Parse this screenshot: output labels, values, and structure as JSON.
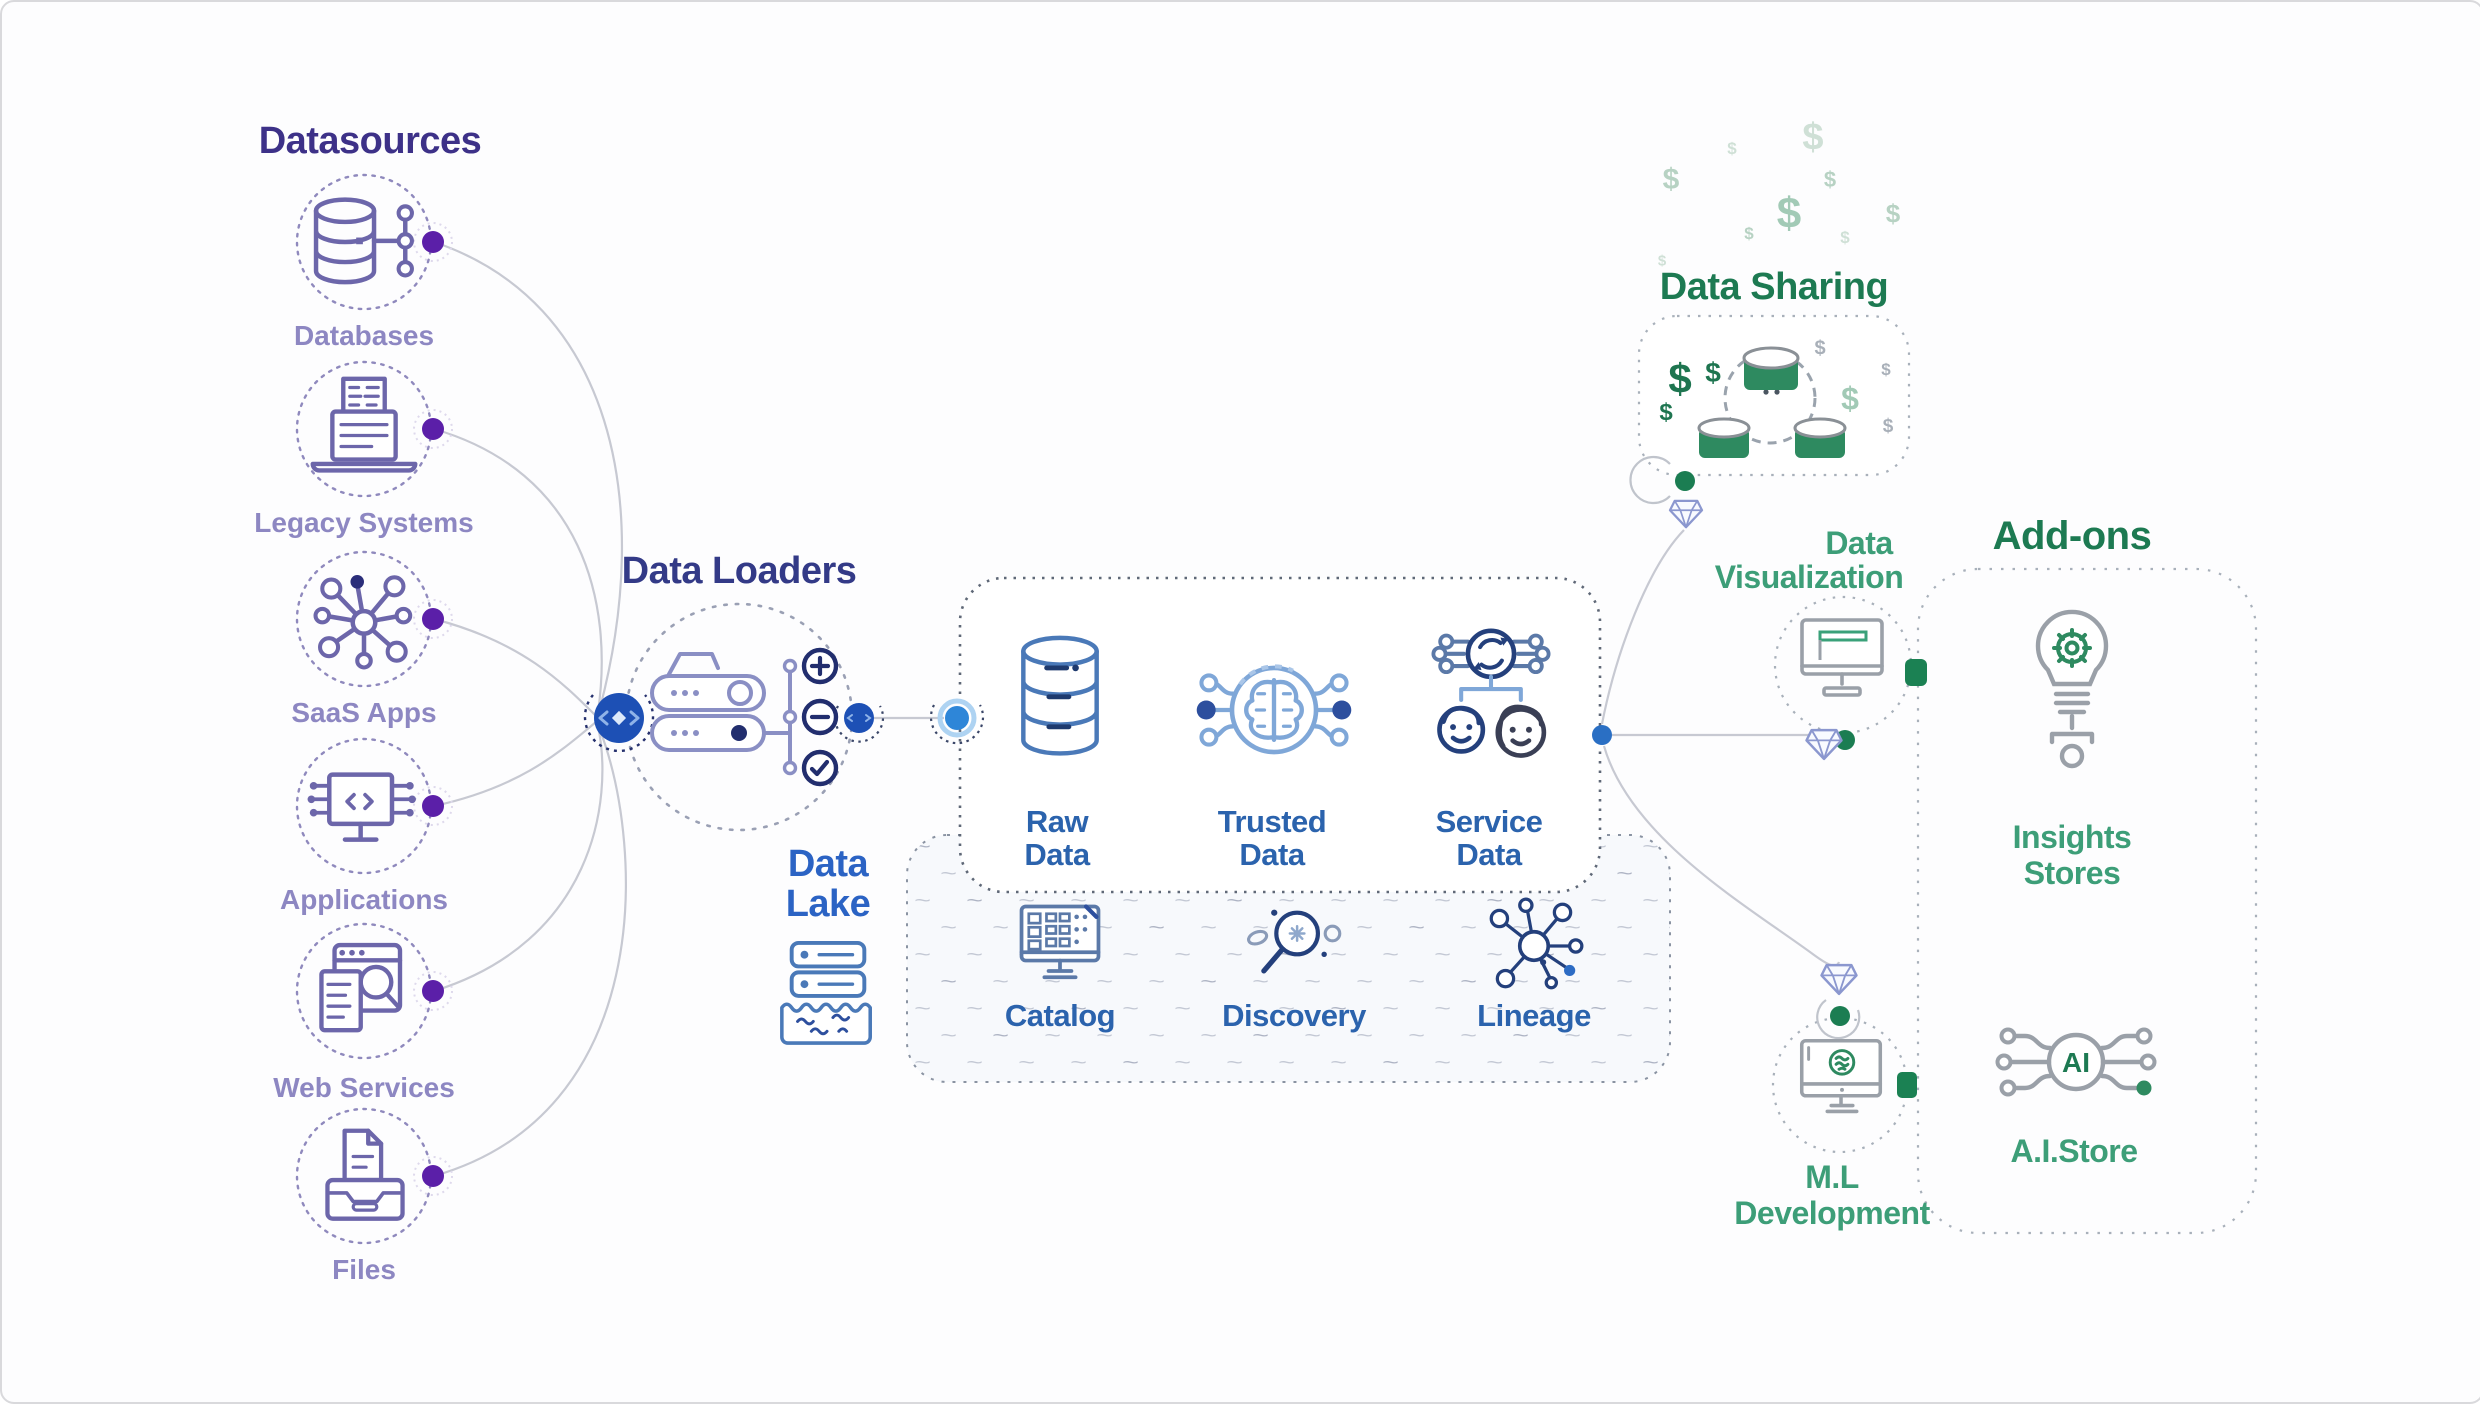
{
  "symbols": {
    "dollar": "$",
    "wave": "~",
    "ai_label": "AI"
  },
  "colors": {
    "purple_title": "#3d3188",
    "purple_label": "#8d87c2",
    "purple_dot": "#5b1fa8",
    "navy_title": "#333a87",
    "blue_title": "#2b63c4",
    "blue_label": "#2b63ad",
    "hub_blue": "#1d50b5",
    "link_blue": "#2a6fc4",
    "green_dark": "#1d7a52",
    "green_label": "#3d9e78",
    "green_fill": "#2e8a60",
    "wire_gray": "#c7c9d2"
  },
  "datasources": {
    "title": "Datasources",
    "items": [
      {
        "label": "Databases",
        "icon": "database-icon"
      },
      {
        "label": "Legacy Systems",
        "icon": "legacy-laptop-icon"
      },
      {
        "label": "SaaS Apps",
        "icon": "saas-network-icon"
      },
      {
        "label": "Applications",
        "icon": "applications-monitor-icon"
      },
      {
        "label": "Web Services",
        "icon": "web-browser-search-icon"
      },
      {
        "label": "Files",
        "icon": "files-drawer-icon"
      }
    ]
  },
  "loaders": {
    "title": "Data Loaders"
  },
  "lake": {
    "title_line1": "Data",
    "title_line2": "Lake",
    "zones": [
      {
        "line1": "Raw",
        "line2": "Data",
        "icon": "raw-data-cylinder-icon"
      },
      {
        "line1": "Trusted",
        "line2": "Data",
        "icon": "trusted-data-brain-icon"
      },
      {
        "line1": "Service",
        "line2": "Data",
        "icon": "service-data-people-icon"
      }
    ],
    "services": [
      {
        "label": "Catalog",
        "icon": "catalog-monitor-icon"
      },
      {
        "label": "Discovery",
        "icon": "discovery-magnifier-icon"
      },
      {
        "label": "Lineage",
        "icon": "lineage-graph-icon"
      }
    ]
  },
  "sharing": {
    "title": "Data Sharing"
  },
  "visualization": {
    "title_line1": "Data",
    "title_line2": "Visualization"
  },
  "ml": {
    "title_line1": "M.L",
    "title_line2": "Development"
  },
  "addons": {
    "title": "Add-ons",
    "insights_line1": "Insights",
    "insights_line2": "Stores",
    "ai_store_label": "A.I.Store"
  }
}
